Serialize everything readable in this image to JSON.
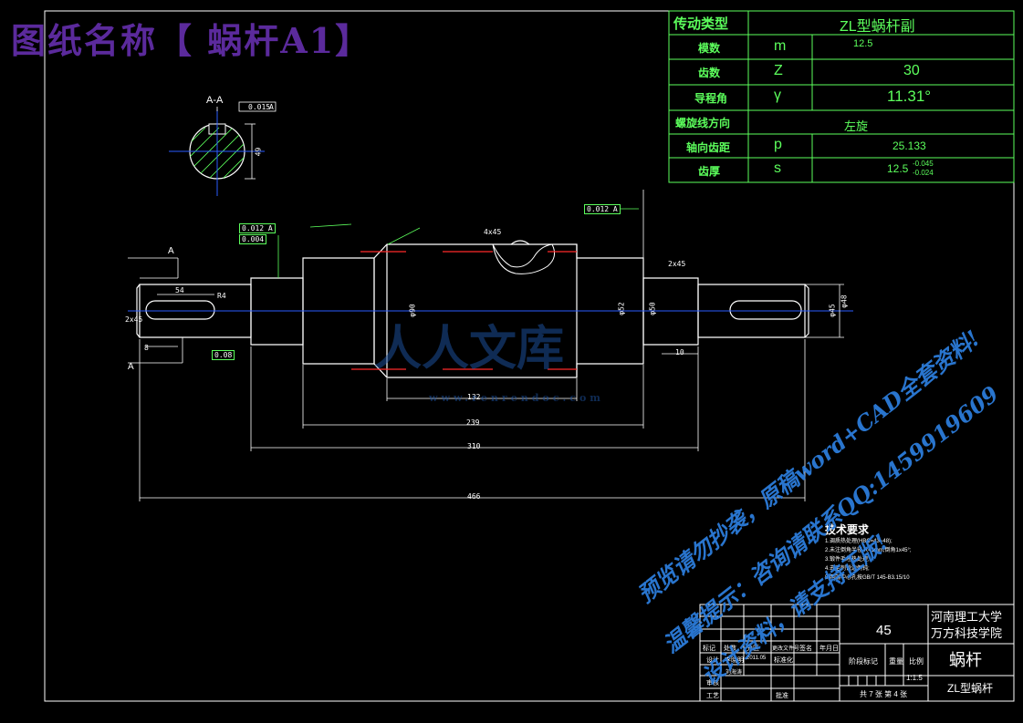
{
  "title": "图纸名称【 蜗杆A1】",
  "params_table": {
    "header": [
      "传动类型",
      "ZL型蜗杆副"
    ],
    "rows": [
      {
        "name": "模数",
        "symbol": "m",
        "value": "12.5"
      },
      {
        "name": "齿数",
        "symbol": "Z",
        "value": "30"
      },
      {
        "name": "导程角",
        "symbol": "γ",
        "value": "11.31°"
      },
      {
        "name": "螺旋线方向",
        "symbol": "",
        "value": "左旋"
      },
      {
        "name": "轴向齿距",
        "symbol": "p",
        "value": "25.133"
      },
      {
        "name": "齿厚",
        "symbol": "s",
        "value": "12.5",
        "tol_upper": "-0.045",
        "tol_lower": "-0.024"
      }
    ]
  },
  "section": {
    "label": "A-A",
    "tol": "0.015",
    "datum": "A",
    "dim": "49"
  },
  "gdt": {
    "a": {
      "value": "0.012",
      "datum": "A"
    },
    "b": {
      "value": "0.004"
    },
    "c": {
      "value": "0.012",
      "datum": "A"
    },
    "d": {
      "value": "0.08"
    }
  },
  "dims": {
    "d54": "54",
    "d132": "132",
    "d239": "239",
    "d310": "310",
    "d466": "466",
    "d10": "10",
    "d8": "8",
    "r4": "R4",
    "c1": "2x45",
    "c2": "2x45",
    "c3": "4x45",
    "phi1": "φ52",
    "phi2": "φ50",
    "phi3": "φ90",
    "phi4": "φ45",
    "phi5": "φ48"
  },
  "section_marks": [
    "A",
    "A"
  ],
  "tech": {
    "heading": "技术要求",
    "items": [
      "1.调质热处理(HBC=43~48);",
      "2.未注倒角半径 R=1mm,倒角1x45°;",
      "3.锻件毛坯热处理;",
      "4.去毛刺锐边倒钝;",
      "5.两端中心孔按GB/T 145-B3.15/10"
    ]
  },
  "titleblock": {
    "school_line1": "河南理工大学",
    "school_line2": "万方科技学院",
    "material": "45",
    "part_name": "蜗杆",
    "code": "ZL型蜗杆",
    "scale": "1:1.5",
    "sheets": "共 7 张   第 4 张",
    "row_labels": [
      "标记",
      "处数",
      "分区",
      "更改文件号",
      "签名",
      "年月日"
    ],
    "design": "设计",
    "designer": "李晓明",
    "date": "2011.05",
    "std": "标准化",
    "stage_label": "阶段标记",
    "weight": "重量",
    "ratio": "比例",
    "check": "审核",
    "process": "工艺",
    "approve": "批准",
    "draw": "刘海涛"
  },
  "watermark": {
    "logo": "人人文库",
    "url": "www.renrendoc.com",
    "line1": "预览请勿抄袭，原稿word+CAD全套资料!",
    "line2": "温馨提示：咨询请联系QQ:1459919609",
    "line3": "设计资料，请支持正版!"
  },
  "colors": {
    "frame": "#ffffff",
    "green": "#5cff5c",
    "centerline": "#2a5cff",
    "red": "#ff2a2a",
    "title": "#5b2a9c",
    "watermark": "#2d7fe0"
  }
}
